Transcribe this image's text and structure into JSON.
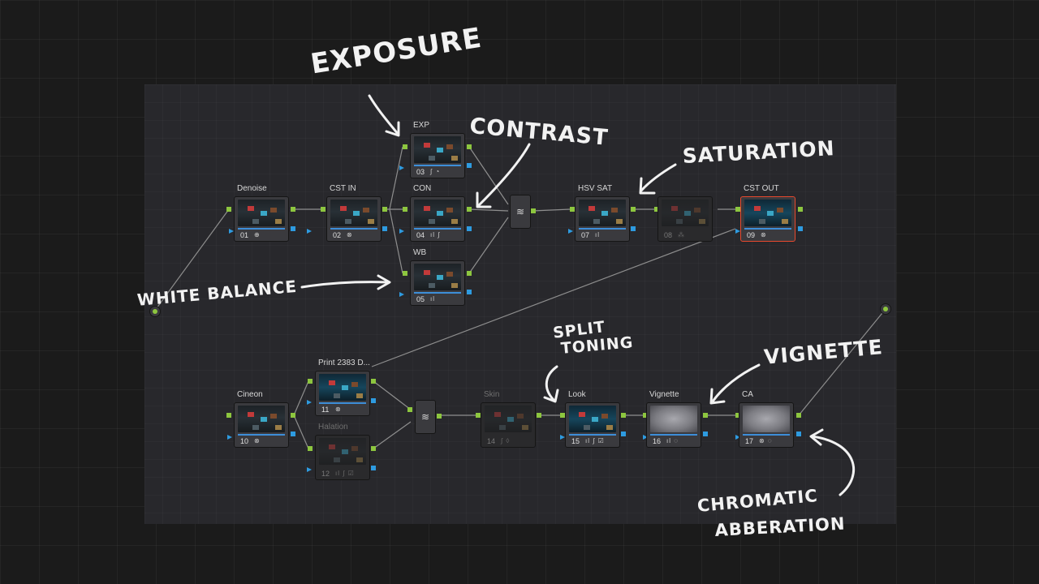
{
  "nodes": [
    {
      "id": "01",
      "label": "Denoise",
      "icons": "⊕"
    },
    {
      "id": "02",
      "label": "CST IN",
      "icons": "⊗"
    },
    {
      "id": "03",
      "label": "EXP",
      "icons": "∫ ◔"
    },
    {
      "id": "04",
      "label": "CON",
      "icons": "ıl ∫"
    },
    {
      "id": "05",
      "label": "WB",
      "icons": "ıl"
    },
    {
      "id": "07",
      "label": "HSV SAT",
      "icons": "ıl"
    },
    {
      "id": "08",
      "label": "",
      "icons": "⁂"
    },
    {
      "id": "09",
      "label": "CST OUT",
      "icons": "⊗"
    },
    {
      "id": "10",
      "label": "Cineon",
      "icons": "⊗"
    },
    {
      "id": "11",
      "label": "Print 2383 D...",
      "icons": "⊗"
    },
    {
      "id": "12",
      "label": "Halation",
      "icons": "ıl ∫ ☑"
    },
    {
      "id": "14",
      "label": "Skin",
      "icons": "∫ ◊"
    },
    {
      "id": "15",
      "label": "Look",
      "icons": "ıl ∫ ☑"
    },
    {
      "id": "16",
      "label": "Vignette",
      "icons": "ıl ◌"
    },
    {
      "id": "17",
      "label": "CA",
      "icons": "⊗ ◌"
    }
  ],
  "mixer_icon": "≋",
  "annotations": {
    "exposure": "EXPOSURE",
    "contrast": "CONTRAST",
    "saturation": "SATURATION",
    "white_balance": "WHITE BALANCE",
    "split_line1": "SPLIT",
    "split_line2": "TONING",
    "vignette": "VIGNETTE",
    "chromatic_line1": "CHROMATIC",
    "chromatic_line2": "ABBERATION"
  }
}
